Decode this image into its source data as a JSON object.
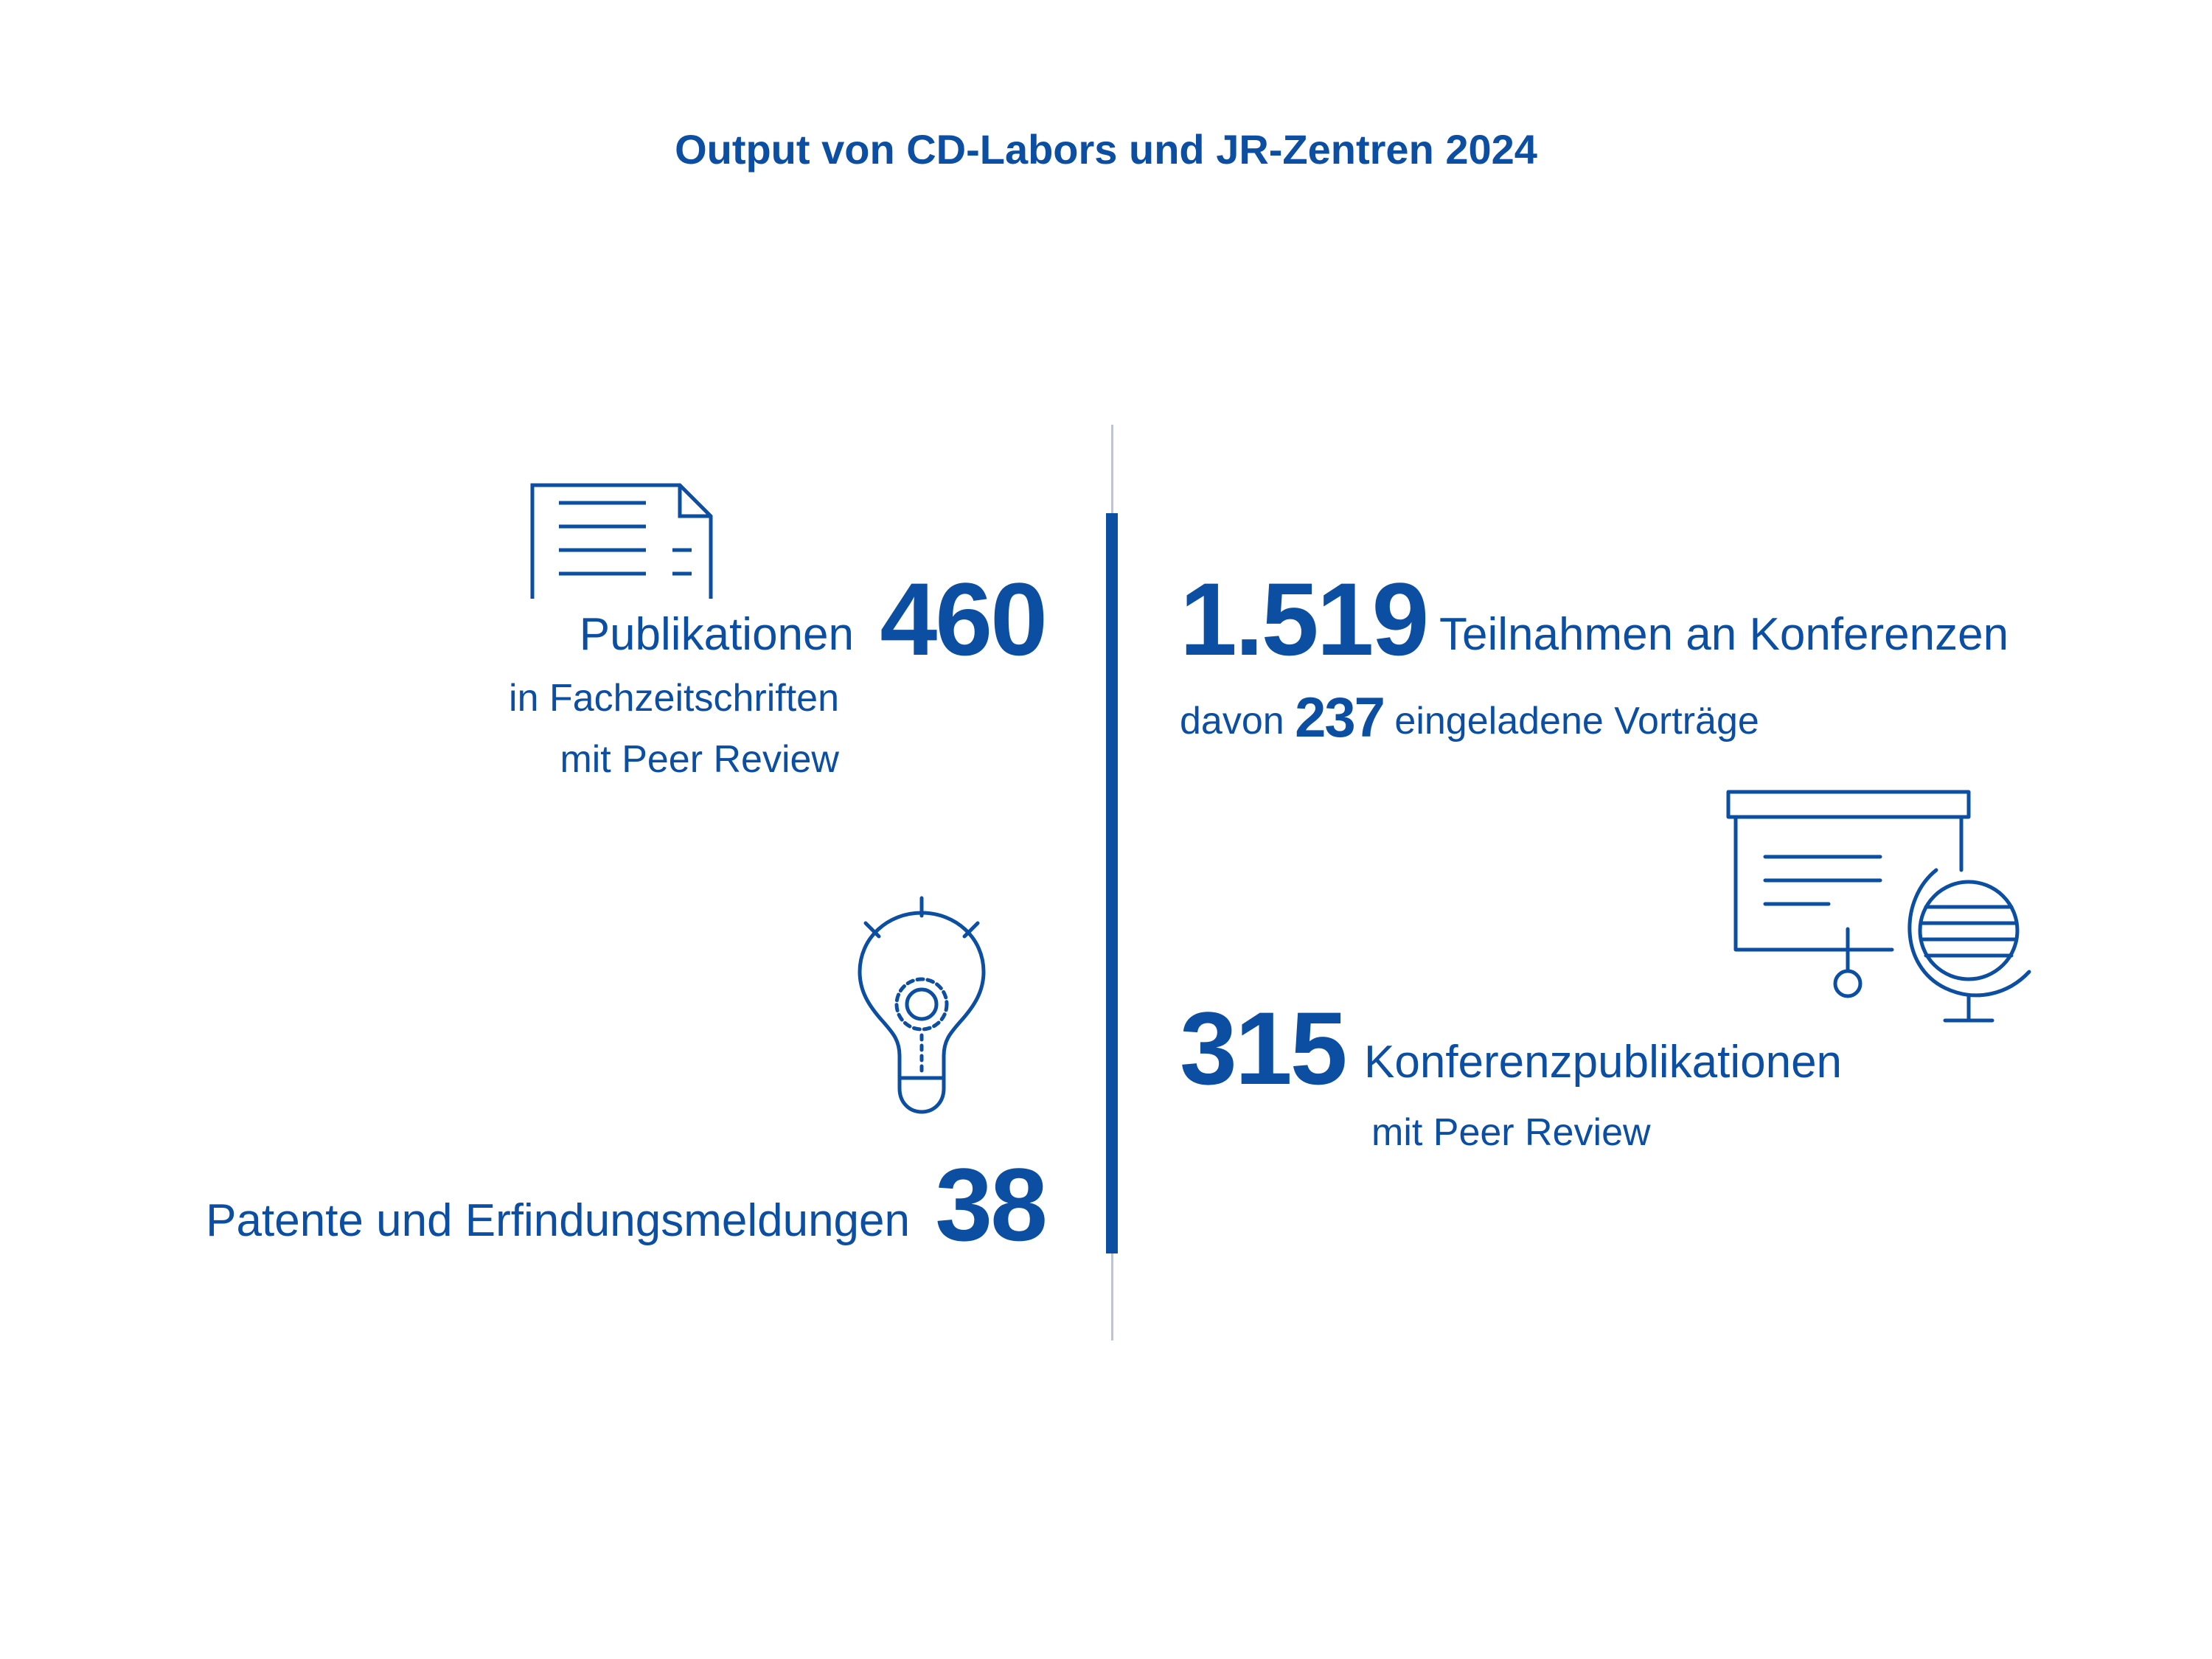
{
  "title": "Output von CD-Labors und JR-Zentren 2024",
  "colors": {
    "primary": "#0b4ea2",
    "divider_light": "#b9c6d6",
    "background": "#ffffff"
  },
  "publications": {
    "icon": "document-icon",
    "value": "460",
    "label": "Publikationen",
    "sub_line1": "in Fachzeitschriften",
    "sub_line2": "mit Peer Review"
  },
  "patents": {
    "icon": "lightbulb-gear-icon",
    "value": "38",
    "label": "Patente und Erfindungsmeldungen"
  },
  "conferences": {
    "value": "1.519",
    "label": "Teilnahmen an Konferenzen",
    "invited_prefix": "davon",
    "invited_value": "237",
    "invited_suffix": "eingeladene Vorträge"
  },
  "conference_publications": {
    "icon": "presentation-globe-icon",
    "value": "315",
    "label": "Konferenzpublikationen",
    "sub_line": "mit Peer Review"
  }
}
